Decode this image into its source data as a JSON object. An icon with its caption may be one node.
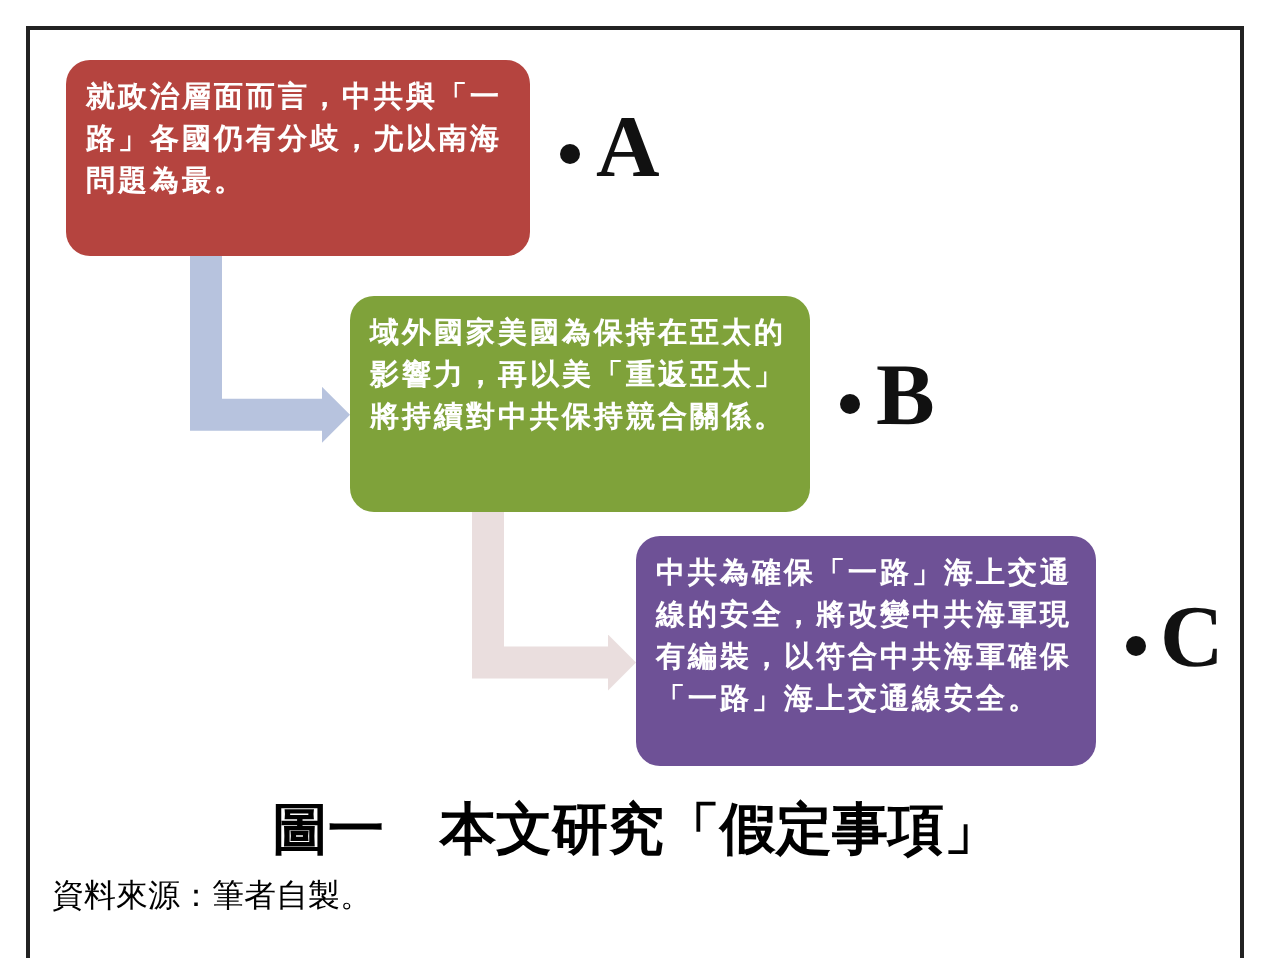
{
  "diagram": {
    "caption": "圖一　本文研究「假定事項」",
    "nodes": [
      {
        "text": [
          "就政治層面而言，中共與「一路」各國仍有分歧，尤以南海問題為最。"
        ],
        "beside": [
          "A"
        ]
      },
      {
        "text": [
          "域外國家美國為保持在亞太的影響力，再以美「重返亞太」將持續對中共保持競合關係。"
        ],
        "beside": [
          "B"
        ]
      },
      {
        "text": [
          "中共為確保「一路」海上交通線的安全，將改變中共海軍現有編裝，以符合中共海軍確保「一路」海上交通線安全。"
        ],
        "beside": [
          "C"
        ]
      }
    ],
    "edges": [
      {
        "from": 0,
        "to": 1,
        "arrow": "to",
        "color": "#b7c3de"
      },
      {
        "from": 1,
        "to": 2,
        "arrow": "to",
        "color": "#eadede"
      }
    ],
    "labels": [
      "資料來源：筆者自製。"
    ]
  }
}
